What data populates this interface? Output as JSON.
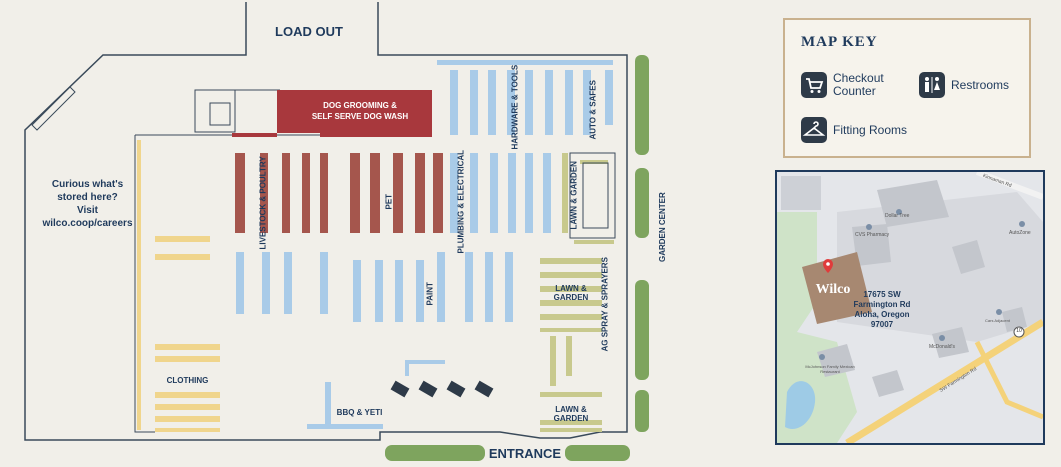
{
  "store_map": {
    "load_out": "LOAD OUT",
    "dog_grooming": "DOG GROOMING &",
    "dog_wash": "SELF SERVE DOG WASH",
    "hardware_tools": "HARDWARE & TOOLS",
    "auto_safes": "AUTO & SAFES",
    "livestock_poultry": "LIVESTOCK & POULTRY",
    "pet": "PET",
    "plumbing_electrical": "PLUMBING & ELECTRICAL",
    "lawn_garden_vertical": "LAWN & GARDEN",
    "garden_center": "GARDEN CENTER",
    "careers_line1": "Curious what's",
    "careers_line2": "stored here?",
    "careers_line3": "Visit",
    "careers_line4": "wilco.coop/careers",
    "paint": "PAINT",
    "lawn_garden_2": "LAWN & GARDEN",
    "ag_spray": "AG SPRAY & SPRAYERS",
    "clothing": "CLOTHING",
    "bbq_yeti": "BBQ & YETI",
    "lawn_garden_3": "LAWN & GARDEN",
    "entrance": "ENTRANCE"
  },
  "map_key": {
    "title": "MAP KEY",
    "checkout_line1": "Checkout",
    "checkout_line2": "Counter",
    "restrooms": "Restrooms",
    "fitting_rooms": "Fitting Rooms",
    "icons": [
      "cart-icon",
      "restroom-icon",
      "hanger-icon"
    ]
  },
  "locator_map": {
    "store_name": "Wilco",
    "address_line1": "17675 SW",
    "address_line2": "Farmington Rd",
    "address_line3": "Aloha, Oregon",
    "address_line4": "97007",
    "road_kinnaman": "Kinnaman Rd",
    "road_farmington": "SW Farmington Rd",
    "poi_dollar_tree": "Dollar Tree",
    "poi_cvs": "CVS Pharmacy",
    "poi_mcdonalds": "McDonald's",
    "poi_family_restaurant": "McJohnson Family Mexican Restaurant",
    "poi_autozone": "AutoZone",
    "poi_cars": "Cars Adjacent",
    "route_number": "10"
  },
  "colors": {
    "shelf_blue": "#a9cbe8",
    "shelf_brown": "#a5564d",
    "shelf_yellow": "#f0d58c",
    "shelf_green": "#c8c98d",
    "grooming_red": "#a8383d",
    "navy": "#1f3a5c",
    "hedge": "#7ea45e",
    "pin_red": "#e03b3b"
  }
}
